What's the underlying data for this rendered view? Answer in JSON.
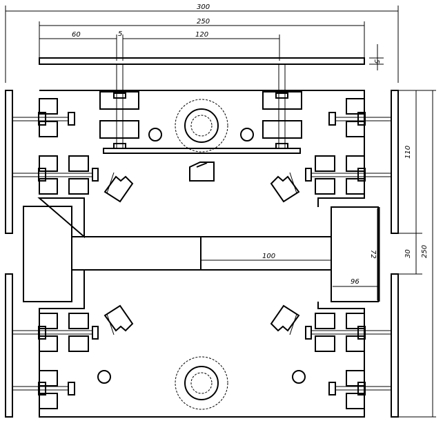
{
  "dimensions": {
    "overall_width": "300",
    "body_width": "250",
    "rod_offset": "60",
    "rod_diameter": "5",
    "rod_spacing": "120",
    "bar_thickness": "5",
    "upper_section_height": "110",
    "gap_height": "30",
    "overall_height": "250",
    "shaft_length": "100",
    "box_height": "72",
    "box_width": "96"
  },
  "colors": {
    "line": "#000000",
    "background": "#ffffff"
  }
}
